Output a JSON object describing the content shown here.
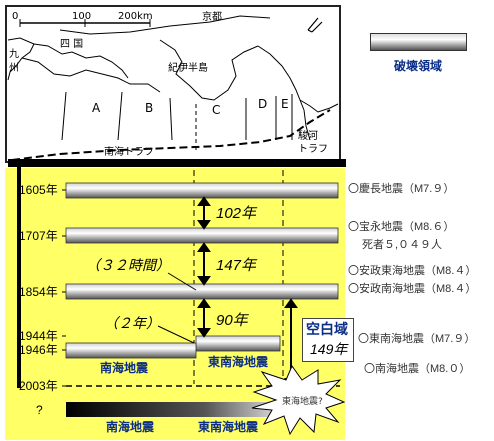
{
  "map": {
    "scale_0": "0",
    "scale_100": "100",
    "scale_200": "200km",
    "kyoto": "京都",
    "shikoku": "四 国",
    "kyushu_1": "九",
    "kyushu_2": "州",
    "kii": "紀伊半島",
    "regions": [
      "A",
      "B",
      "C",
      "D",
      "E"
    ],
    "nankai_trough": "南海トラフ",
    "suruga_1": "駿河",
    "suruga_2": "トラフ"
  },
  "legend": {
    "label": "破壊領域"
  },
  "years": [
    "1605年",
    "1707年",
    "1854年",
    "1944年",
    "1946年",
    "2003年",
    "?"
  ],
  "intervals": [
    "102年",
    "147年",
    "90年"
  ],
  "annotations": {
    "hours": "（３２時間）",
    "years2": "（２年）"
  },
  "segment_labels": {
    "nankai_1946": "南海地震",
    "tonankai_1944": "東南海地震",
    "nankai_future": "南海地震",
    "tonankai_future": "東南海地震",
    "tokai_question": "東海地震?"
  },
  "gap": {
    "title": "空白域",
    "years": "149年"
  },
  "quakes": [
    "〇慶長地震（M7.９）",
    "〇宝永地震（M8.６）",
    "死者５,０４９人",
    "〇安政東海地震（M8.４）",
    "〇安政南海地震（M8.４）",
    "〇東南海地震（M7.９）",
    "〇南海地震（M8.０）"
  ],
  "colors": {
    "chart_bg": "#ffff66",
    "text_blue": "#0a2d86"
  }
}
